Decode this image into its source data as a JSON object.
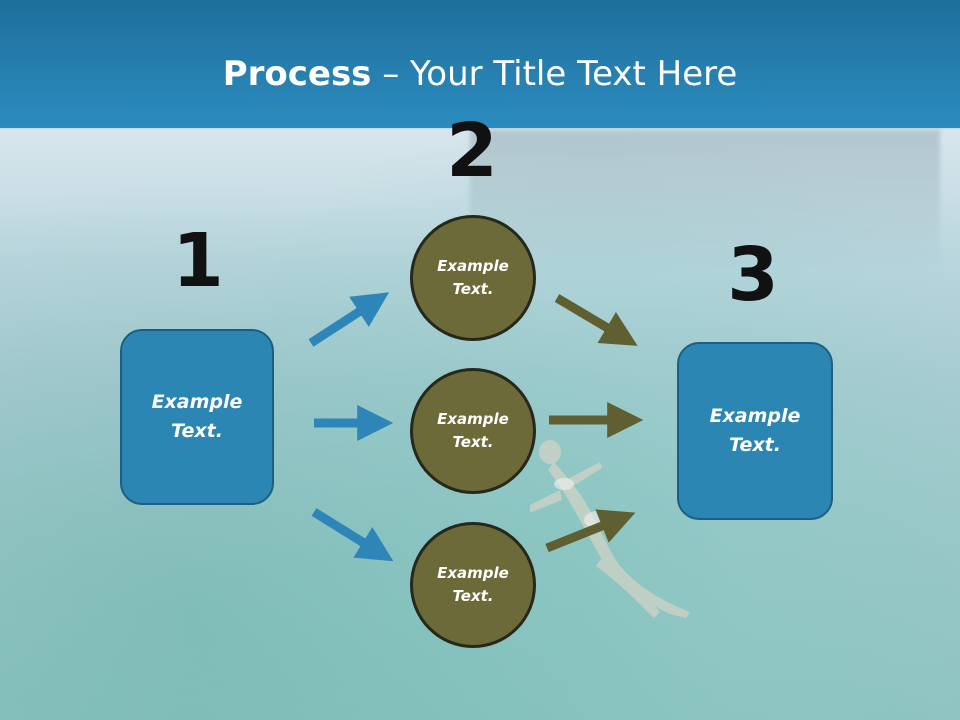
{
  "title": {
    "bold": "Process",
    "rest": " – Your Title Text Here"
  },
  "steps": [
    {
      "number": "1",
      "label": "Example Text."
    },
    {
      "number": "2",
      "items": [
        "Example Text.",
        "Example Text.",
        "Example Text."
      ]
    },
    {
      "number": "3",
      "label": "Example Text."
    }
  ],
  "colors": {
    "title_bar": "#2c8cbf",
    "box": "#2b86b4",
    "circle": "#6b6a38",
    "arrow_blue": "#2e86b8",
    "arrow_olive": "#5f5f32"
  }
}
